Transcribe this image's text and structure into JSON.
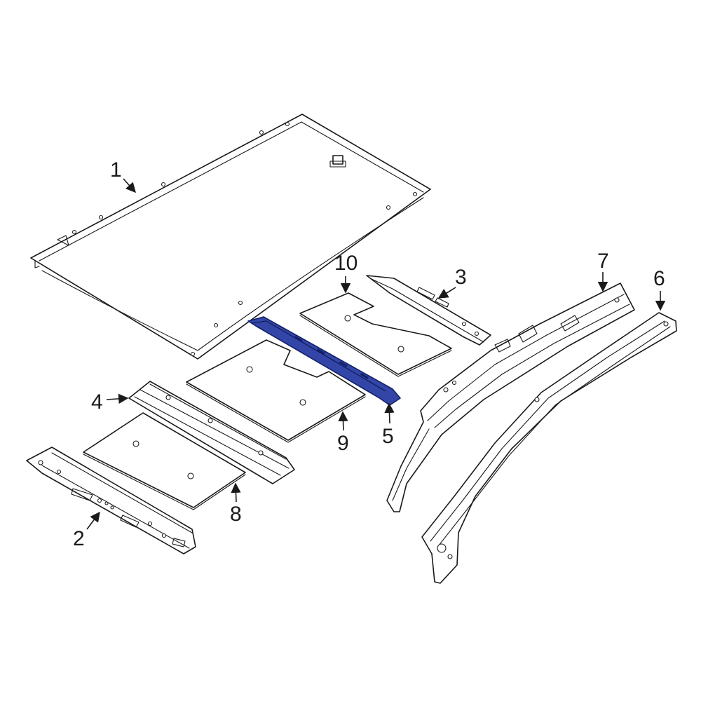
{
  "callouts": [
    {
      "id": "1",
      "label": "1"
    },
    {
      "id": "2",
      "label": "2"
    },
    {
      "id": "3",
      "label": "3"
    },
    {
      "id": "4",
      "label": "4"
    },
    {
      "id": "5",
      "label": "5"
    },
    {
      "id": "6",
      "label": "6"
    },
    {
      "id": "7",
      "label": "7"
    },
    {
      "id": "8",
      "label": "8"
    },
    {
      "id": "9",
      "label": "9"
    },
    {
      "id": "10",
      "label": "10"
    }
  ],
  "colors": {
    "line": "#1a1a1a",
    "highlight": "#3346a8",
    "background": "#ffffff"
  },
  "highlighted_part": "5"
}
